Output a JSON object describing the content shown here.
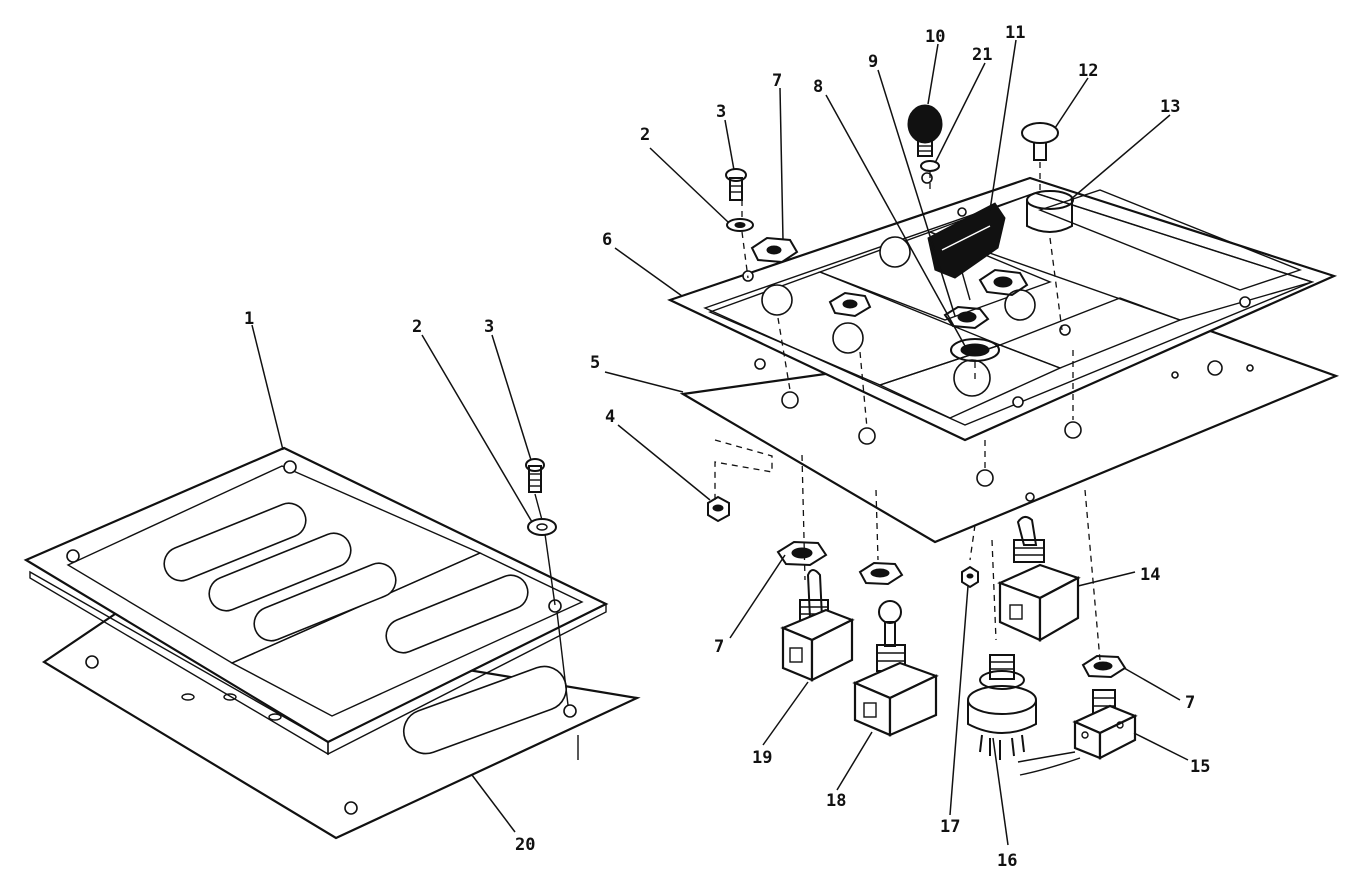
{
  "diagram": {
    "callouts": [
      {
        "id": "c1",
        "text": "1"
      },
      {
        "id": "c2a",
        "text": "2"
      },
      {
        "id": "c3a",
        "text": "3"
      },
      {
        "id": "c20",
        "text": "20"
      },
      {
        "id": "c2b",
        "text": "2"
      },
      {
        "id": "c3b",
        "text": "3"
      },
      {
        "id": "c4",
        "text": "4"
      },
      {
        "id": "c5",
        "text": "5"
      },
      {
        "id": "c6",
        "text": "6"
      },
      {
        "id": "c7a",
        "text": "7"
      },
      {
        "id": "c8",
        "text": "8"
      },
      {
        "id": "c9",
        "text": "9"
      },
      {
        "id": "c10",
        "text": "10"
      },
      {
        "id": "c21",
        "text": "21"
      },
      {
        "id": "c11",
        "text": "11"
      },
      {
        "id": "c12",
        "text": "12"
      },
      {
        "id": "c13",
        "text": "13"
      },
      {
        "id": "c7b",
        "text": "7"
      },
      {
        "id": "c14",
        "text": "14"
      },
      {
        "id": "c7c",
        "text": "7"
      },
      {
        "id": "c15",
        "text": "15"
      },
      {
        "id": "c16",
        "text": "16"
      },
      {
        "id": "c17",
        "text": "17"
      },
      {
        "id": "c18",
        "text": "18"
      },
      {
        "id": "c19",
        "text": "19"
      }
    ]
  }
}
